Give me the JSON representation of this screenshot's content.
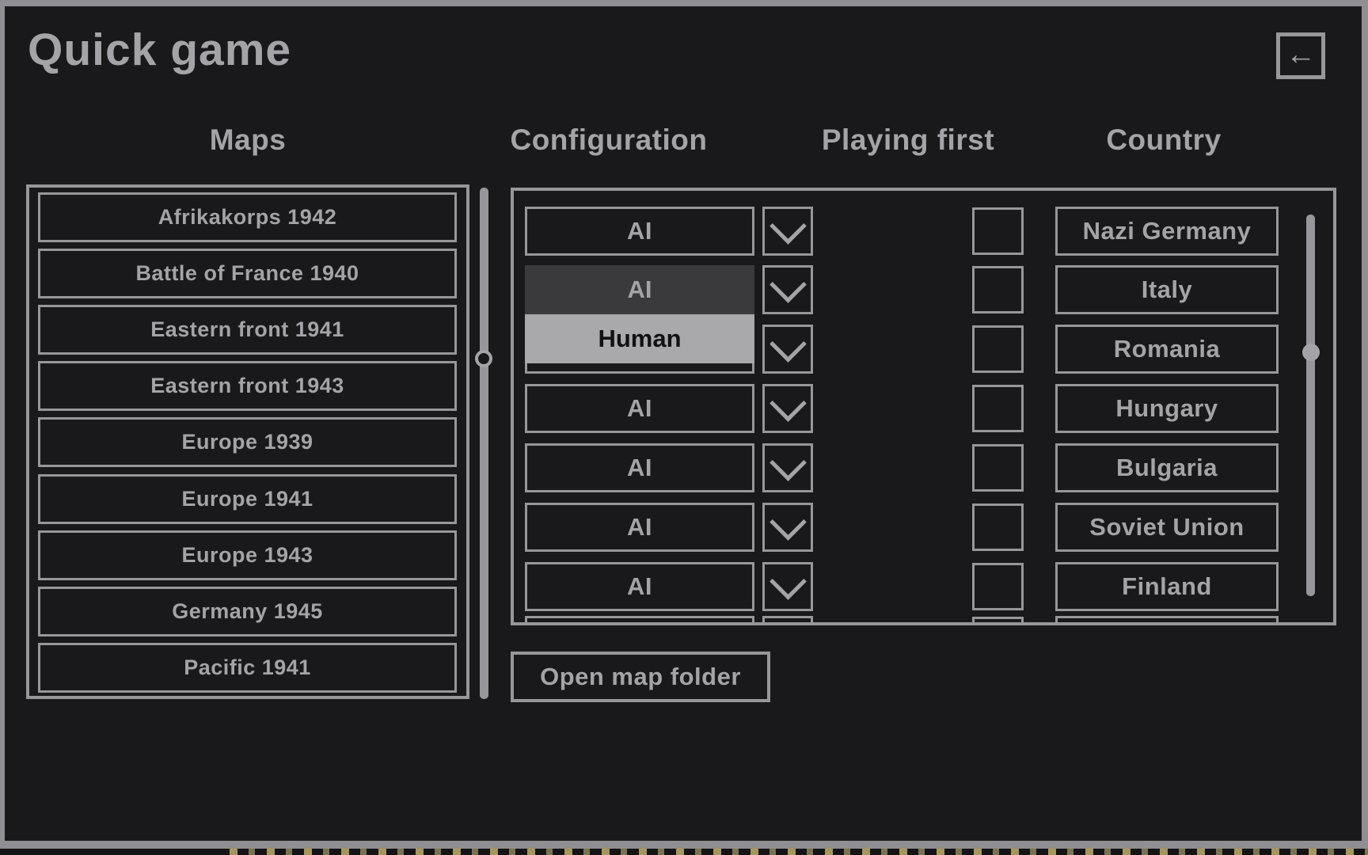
{
  "title": "Quick game",
  "back_button": {
    "icon": "left-arrow"
  },
  "headers": {
    "maps": "Maps",
    "configuration": "Configuration",
    "playing_first": "Playing first",
    "country": "Country"
  },
  "maps_list": [
    "Afrikakorps 1942",
    "Battle of France 1940",
    "Eastern front 1941",
    "Eastern front 1943",
    "Europe 1939",
    "Europe 1941",
    "Europe 1943",
    "Germany 1945",
    "Pacific 1941"
  ],
  "player_rows": [
    {
      "configuration": "AI",
      "playing_first_checked": false,
      "country": "Nazi Germany"
    },
    {
      "configuration": "",
      "playing_first_checked": false,
      "country": "Italy"
    },
    {
      "configuration": "",
      "playing_first_checked": false,
      "country": "Romania"
    },
    {
      "configuration": "AI",
      "playing_first_checked": false,
      "country": "Hungary"
    },
    {
      "configuration": "AI",
      "playing_first_checked": false,
      "country": "Bulgaria"
    },
    {
      "configuration": "AI",
      "playing_first_checked": false,
      "country": "Soviet Union"
    },
    {
      "configuration": "AI",
      "playing_first_checked": false,
      "country": "Finland"
    },
    {
      "configuration": "",
      "playing_first_checked": false,
      "country": ""
    }
  ],
  "open_dropdown": {
    "open": true,
    "options": [
      {
        "label": "AI",
        "highlighted": false
      },
      {
        "label": "Human",
        "highlighted": true
      }
    ]
  },
  "footer_button": {
    "label": "Open map folder"
  },
  "colors": {
    "background": "#19191b",
    "frame": "#8f8f93",
    "border": "#97979b",
    "text": "#a4a4a8",
    "dropdown_option_dark": "#3a3a3c",
    "dropdown_option_highlight": "#a9a9ac",
    "dropdown_option_highlight_text": "#111111"
  }
}
